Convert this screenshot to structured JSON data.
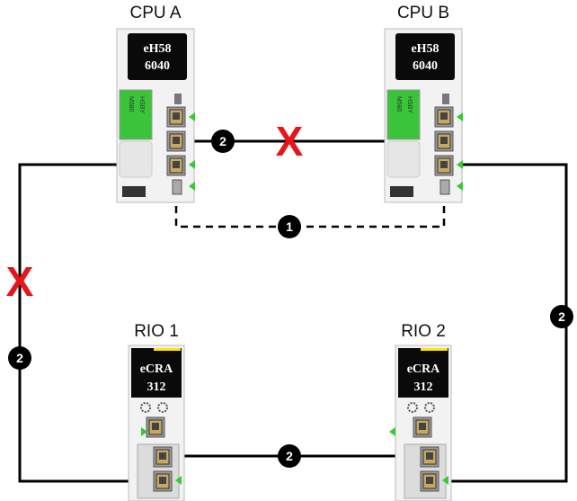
{
  "modules": {
    "cpu_a": {
      "label": "CPU A",
      "screen_line1": "eH58",
      "screen_line2": "6040",
      "side_text1": "M580",
      "side_text2": "HSBY"
    },
    "cpu_b": {
      "label": "CPU B",
      "screen_line1": "eH58",
      "screen_line2": "6040",
      "side_text1": "M580",
      "side_text2": "HSBY"
    },
    "rio_1": {
      "label": "RIO 1",
      "screen_line1": "eCRA",
      "screen_line2": "312"
    },
    "rio_2": {
      "label": "RIO 2",
      "screen_line1": "eCRA",
      "screen_line2": "312"
    }
  },
  "callouts": {
    "hsby_link": "1",
    "cpu_link": "2",
    "left_link": "2",
    "right_link": "2",
    "rio_link": "2"
  },
  "break_marks": {
    "cpu_link": "X",
    "left_link": "X"
  },
  "colors": {
    "break": "#e8141b",
    "led": "#33cc33",
    "module_screen": "#0a0a0a",
    "hsby_label": "#3ac43a",
    "rio_status": "#ffe600"
  }
}
